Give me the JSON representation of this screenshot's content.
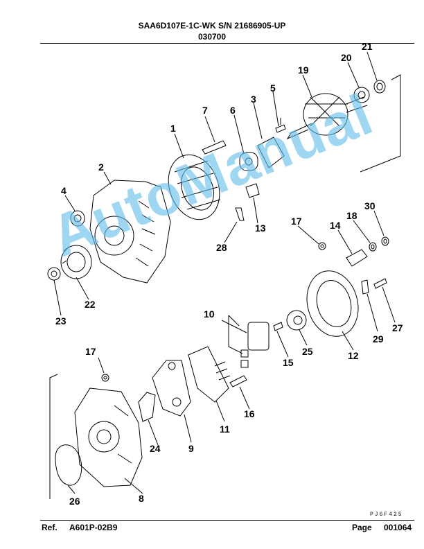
{
  "header": {
    "model_line": "SAA6D107E-1C-WK S/N 21686905-UP",
    "date_code": "030700"
  },
  "diagram": {
    "watermark": "AutoManual",
    "drawing_code": "PJ6F425",
    "callouts": [
      "1",
      "2",
      "3",
      "4",
      "5",
      "6",
      "7",
      "8",
      "9",
      "10",
      "11",
      "12",
      "13",
      "14",
      "15",
      "16",
      "17",
      "17",
      "18",
      "19",
      "20",
      "21",
      "22",
      "23",
      "24",
      "25",
      "26",
      "27",
      "28",
      "29",
      "30"
    ]
  },
  "footer": {
    "ref_label": "Ref.",
    "ref_value": "A601P-02B9",
    "page_label": "Page",
    "page_value": "001064"
  }
}
